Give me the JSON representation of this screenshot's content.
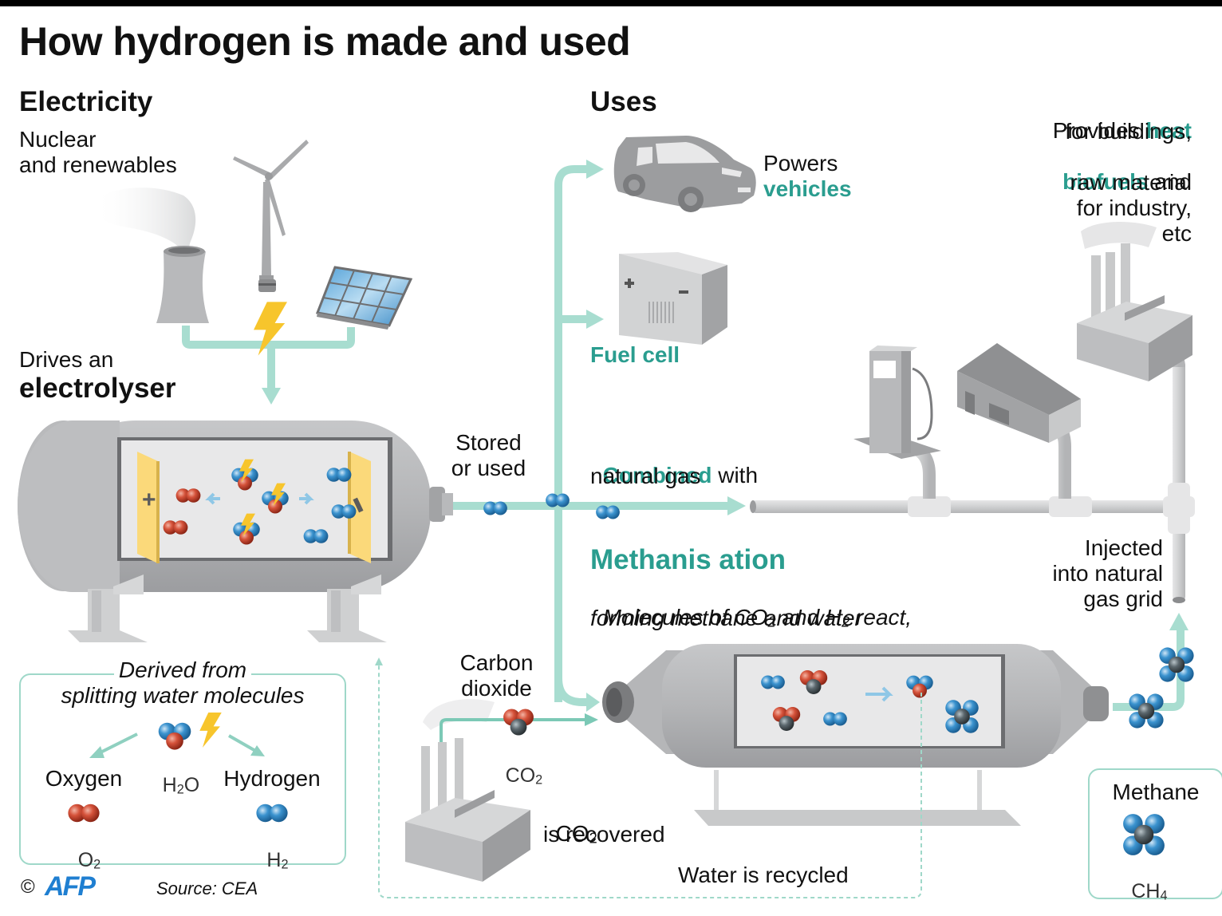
{
  "title": "How hydrogen is made and used",
  "colors": {
    "accent_teal": "#2a9d8f",
    "flow_arrow": "#a8ddd0",
    "hydrogen_atom": "#2f86c4",
    "oxygen_atom": "#cf4a33",
    "carbon_atom": "#4e5a60",
    "bolt": "#f7c52c",
    "equipment_gray": "#b9babc"
  },
  "electricity": {
    "heading": "Electricity",
    "subtitle_line1": "Nuclear",
    "subtitle_line2": "and renewables",
    "sources": [
      "nuclear-cooling-tower",
      "wind-turbine",
      "solar-panel"
    ]
  },
  "electrolyser": {
    "line1": "Drives an",
    "line2": "electrolyser",
    "plus_label": "+",
    "minus_label": "–"
  },
  "stored": {
    "line1": "Stored",
    "line2": "or used"
  },
  "uses": {
    "heading": "Uses",
    "vehicles": {
      "prefix": "Powers",
      "highlight": "vehicles"
    },
    "fuel_cell": {
      "label": "Fuel cell",
      "plus": "+",
      "minus": "–"
    },
    "combined": {
      "highlight": "Combined",
      "rest_line1": " with",
      "line2": "natural gas"
    },
    "heat": {
      "line1_prefix": "Provides ",
      "line1_highlight": "heat",
      "line2": "for buildings,",
      "line3_highlight": "biofuels",
      "line3_rest": " and",
      "line4": "raw material",
      "line5": "for industry,",
      "line6": "etc"
    },
    "injected": {
      "line1": "Injected",
      "line2": "into natural",
      "line3": "gas grid"
    }
  },
  "methanisation": {
    "heading": "Methanis ation",
    "desc_line1_a": "Molecules of CO",
    "desc_line1_sub1": "2",
    "desc_line1_b": " and H",
    "desc_line1_sub2": "2",
    "desc_line1_c": " react,",
    "desc_line2": "forming methane and water"
  },
  "carbon_dioxide": {
    "line1": "Carbon",
    "line2": "dioxide",
    "formula": "CO",
    "formula_sub": "2",
    "recovered_formula": "CO",
    "recovered_sub": "2",
    "recovered_line2": "is recovered"
  },
  "water_recycled": "Water is recycled",
  "legend_water": {
    "title_line1": "Derived from",
    "title_line2": "splitting water molecules",
    "h2o_formula": "H",
    "h2o_sub": "2",
    "h2o_suffix": "O",
    "oxygen_label": "Oxygen",
    "oxygen_formula": "O",
    "oxygen_sub": "2",
    "hydrogen_label": "Hydrogen",
    "hydrogen_formula": "H",
    "hydrogen_sub": "2"
  },
  "legend_methane": {
    "label": "Methane",
    "formula": "CH",
    "formula_sub": "4"
  },
  "footer": {
    "copyright": "©",
    "agency": "AFP",
    "source": "Source: CEA"
  }
}
